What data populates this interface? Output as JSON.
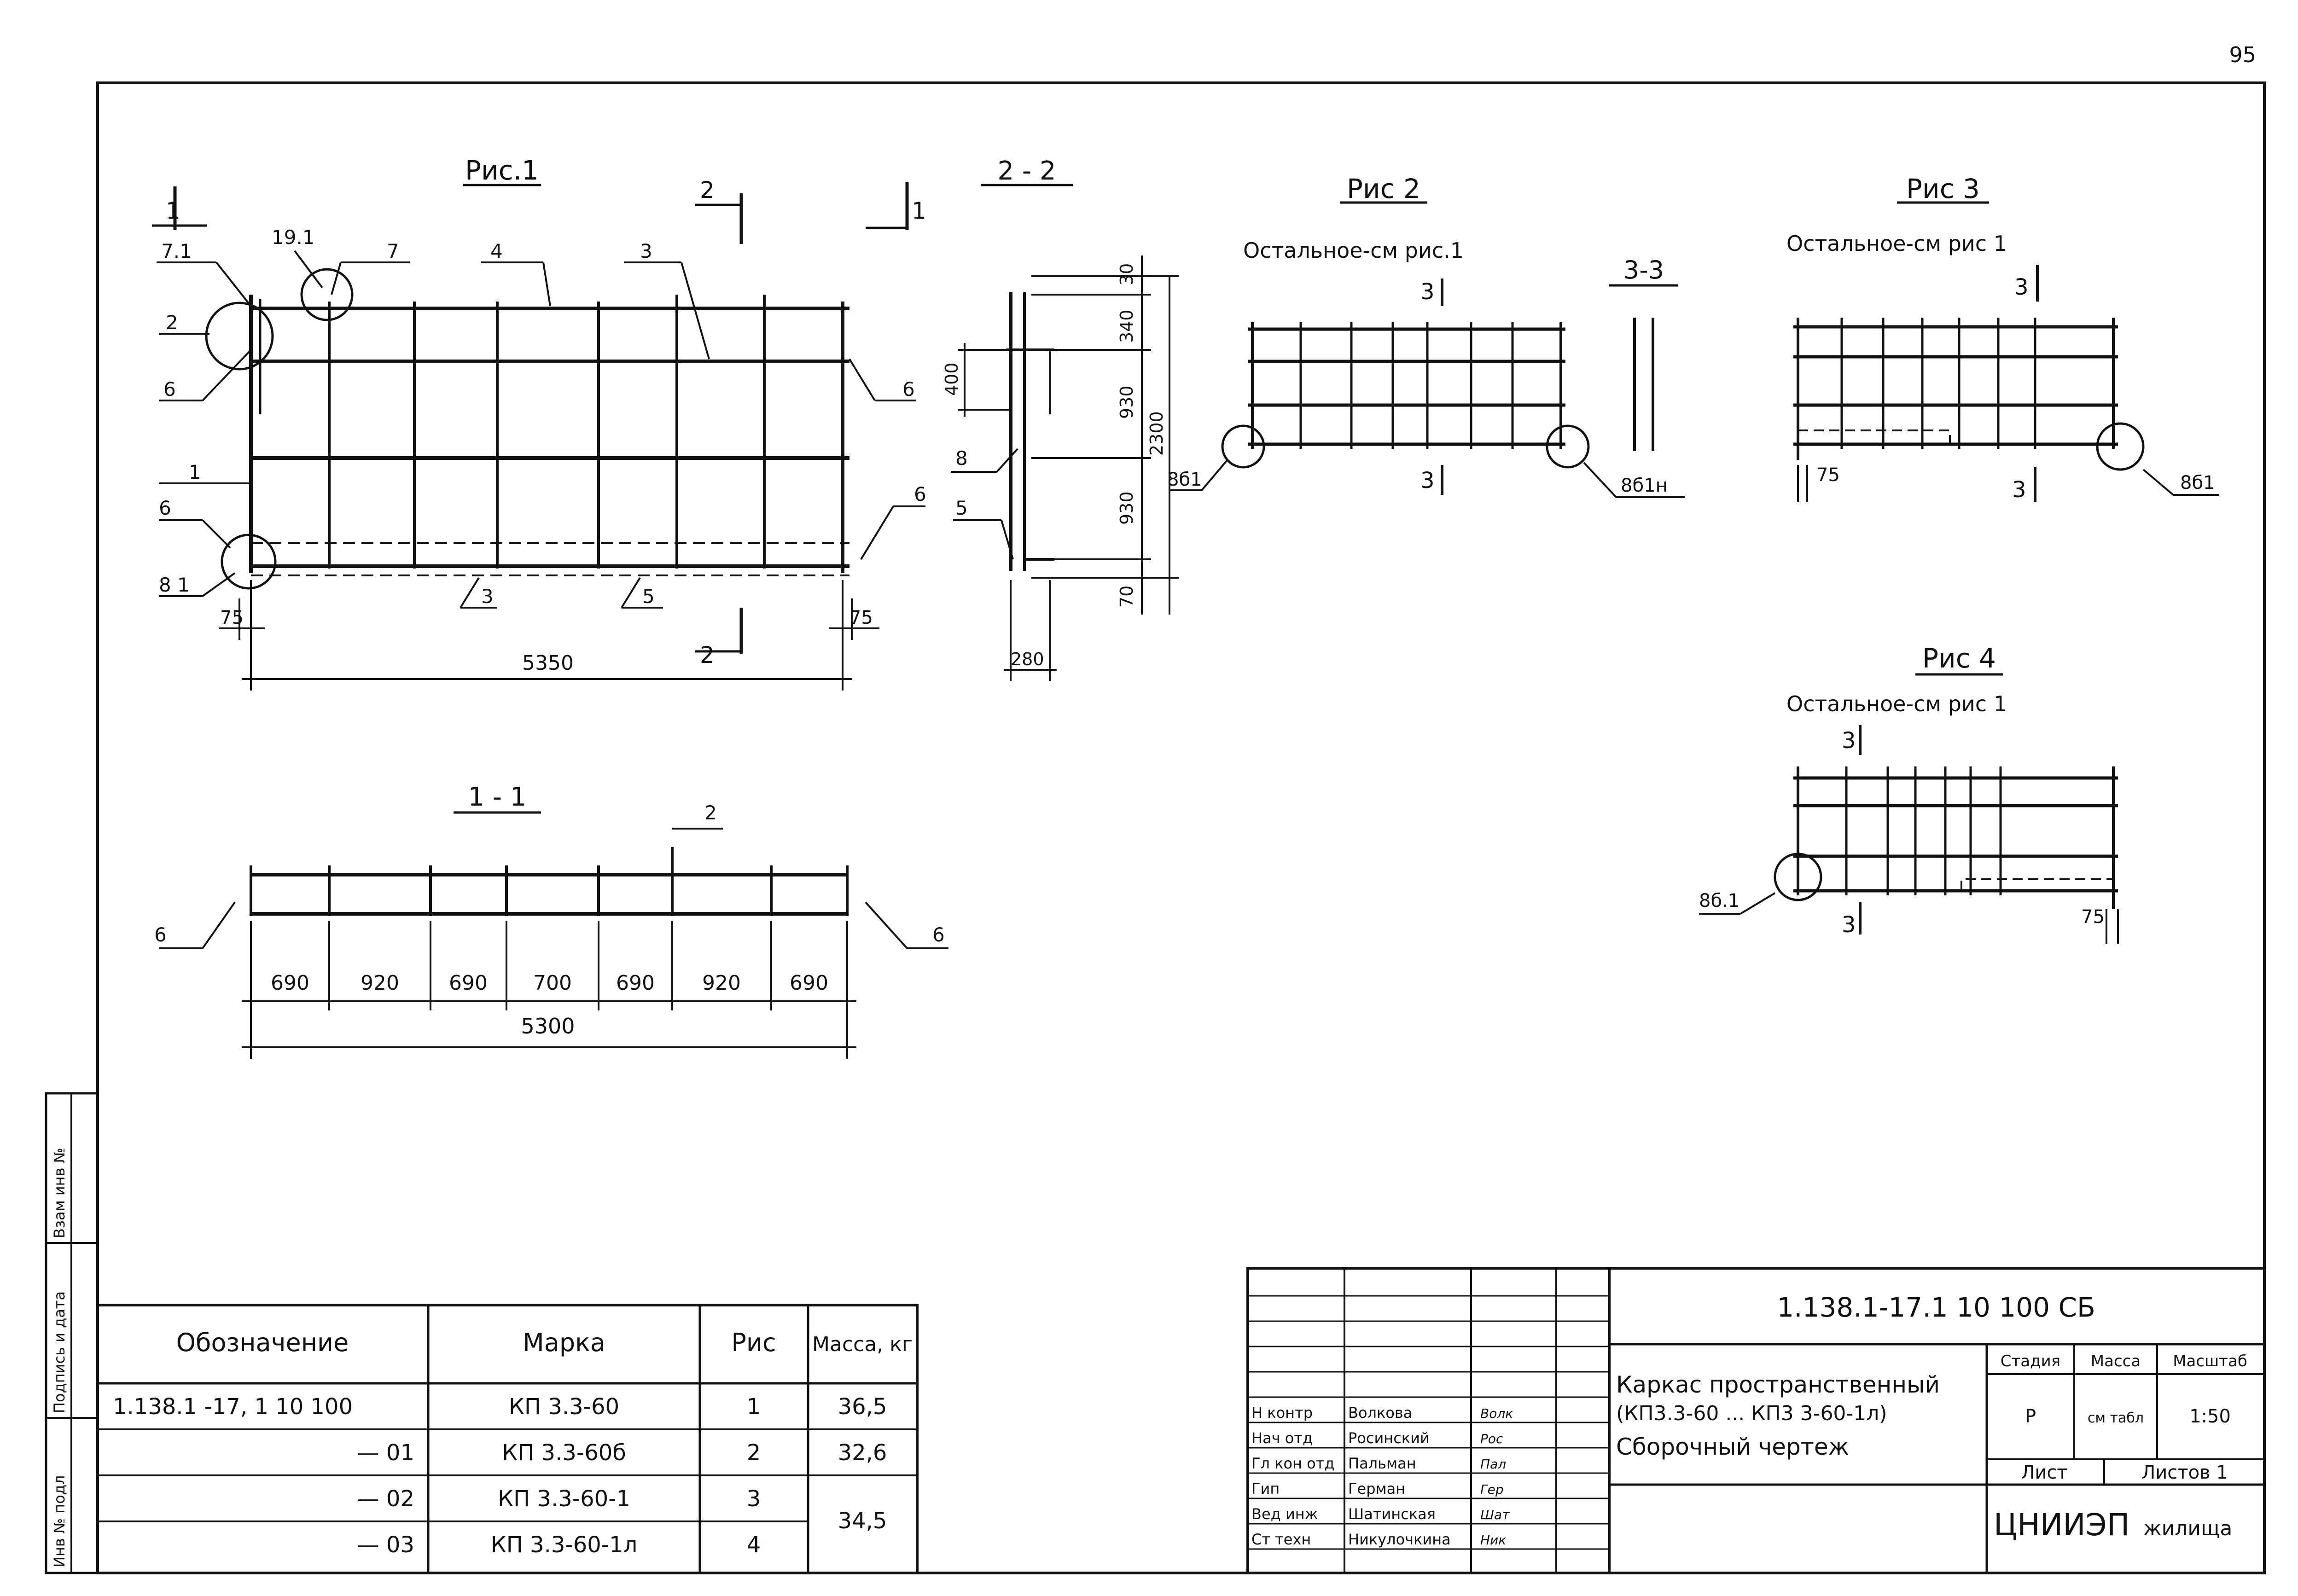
{
  "page_number": "95",
  "figures": {
    "fig1": {
      "title": "Рис.1",
      "section_marks": [
        "1",
        "1",
        "2",
        "2"
      ],
      "labels": [
        "7.1",
        "19.1",
        "7",
        "4",
        "3",
        "2",
        "6",
        "6",
        "1",
        "6",
        "6",
        "8 1",
        "3",
        "5"
      ],
      "dims": {
        "left_75": "75",
        "right_75": "75",
        "span": "5350"
      }
    },
    "sec22": {
      "title": "2 - 2",
      "dims": [
        "30",
        "340",
        "930",
        "930",
        "70",
        "2300",
        "400",
        "280"
      ],
      "labels": [
        "8",
        "5"
      ]
    },
    "sec11": {
      "title": "1 - 1",
      "labels": [
        "2",
        "6",
        "6"
      ],
      "dims": [
        "690",
        "920",
        "690",
        "700",
        "690",
        "920",
        "690"
      ],
      "total": "5300"
    },
    "fig2": {
      "title": "Рис 2",
      "note": "Остальное-см рис.1",
      "marks": [
        "3",
        "3"
      ],
      "labels": [
        "8б1",
        "8б1н"
      ]
    },
    "sec33": {
      "title": "3-3"
    },
    "fig3": {
      "title": "Рис 3",
      "note": "Остальное-см рис 1",
      "marks": [
        "3",
        "3"
      ],
      "dim": "75",
      "label": "8б1"
    },
    "fig4": {
      "title": "Рис 4",
      "note": "Остальное-см рис 1",
      "marks": [
        "3",
        "3"
      ],
      "dim": "75",
      "label": "8б.1"
    }
  },
  "spec_table": {
    "headers": [
      "Обозначение",
      "Марка",
      "Рис",
      "Масса, кг"
    ],
    "rows": [
      [
        "1.138.1 -17, 1 10 100",
        "КП 3.3-60",
        "1",
        "36,5"
      ],
      [
        "— 01",
        "КП 3.3-60б",
        "2",
        "32,6"
      ],
      [
        "— 02",
        "КП 3.3-60-1",
        "3",
        "34,5"
      ],
      [
        "— 03",
        "КП 3.3-60-1л",
        "4",
        ""
      ]
    ]
  },
  "side_stamp": [
    "Взам инв №",
    "Подпись и дата",
    "Инв № подл"
  ],
  "title_block": {
    "code": "1.138.1-17.1 10 100 СБ",
    "title_lines": [
      "Каркас пространственный",
      "(КП3.3-60 ... КП3 3-60-1л)",
      "Сборочный чертеж"
    ],
    "headers": [
      "Стадия",
      "Масса",
      "Масштаб"
    ],
    "values": [
      "Р",
      "см табл",
      "1:50"
    ],
    "sheet": "Лист",
    "sheets": "Листов 1",
    "org": "ЦНИИЭП",
    "org_sub": "жилища",
    "people": [
      {
        "role": "Н контр",
        "name": "Волкова",
        "sign": "Волк"
      },
      {
        "role": "Нач отд",
        "name": "Росинский",
        "sign": "Рос"
      },
      {
        "role": "Гл кон отд",
        "name": "Пальман",
        "sign": "Пал"
      },
      {
        "role": "Гип",
        "name": "Герман",
        "sign": "Гер"
      },
      {
        "role": "Вед инж",
        "name": "Шатинская",
        "sign": "Шат"
      },
      {
        "role": "Ст техн",
        "name": "Никулочкина",
        "sign": "Ник"
      }
    ]
  }
}
